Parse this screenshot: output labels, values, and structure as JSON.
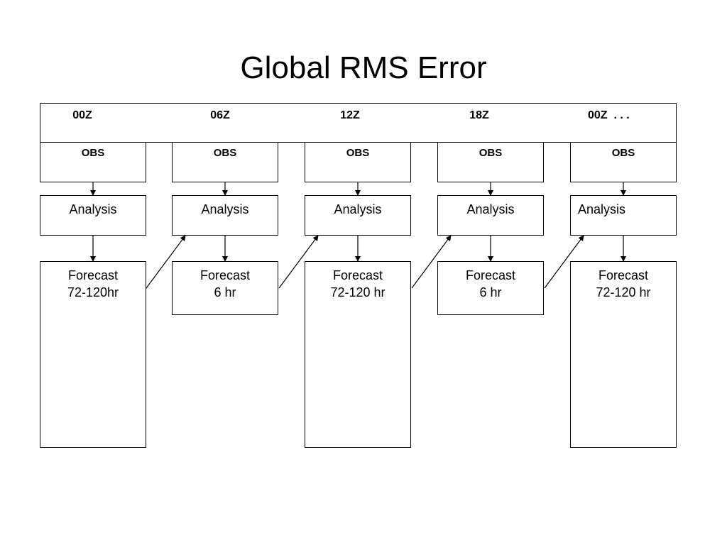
{
  "title": "Global RMS Error",
  "times": [
    "00Z",
    "06Z",
    "12Z",
    "18Z",
    "00Z  . . ."
  ],
  "columns": [
    {
      "obs": "OBS",
      "analysis": "Analysis",
      "forecast": [
        "Forecast",
        "72-120hr"
      ]
    },
    {
      "obs": "OBS",
      "analysis": "Analysis",
      "forecast": [
        "Forecast",
        "6 hr"
      ]
    },
    {
      "obs": "OBS",
      "analysis": "Analysis",
      "forecast": [
        "Forecast",
        "72-120 hr"
      ]
    },
    {
      "obs": "OBS",
      "analysis": "Analysis",
      "forecast": [
        "Forecast",
        "6 hr"
      ]
    },
    {
      "obs": "OBS",
      "analysis": "Analysis",
      "forecast": [
        "Forecast",
        "72-120 hr"
      ]
    }
  ]
}
